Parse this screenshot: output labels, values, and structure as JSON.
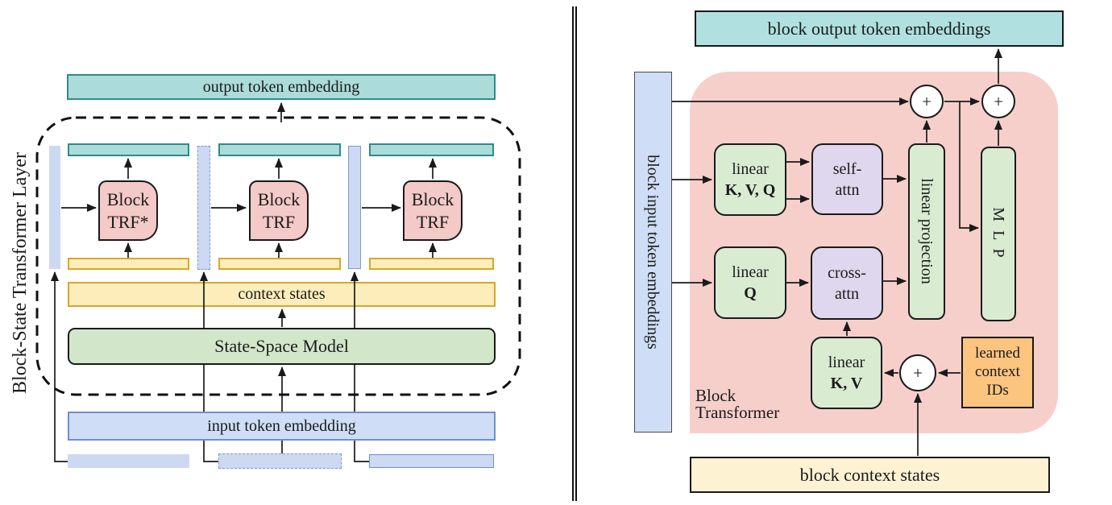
{
  "left_panel": {
    "layer_label": "Block-State Transformer Layer",
    "output_bar": "output token embedding",
    "context_bar": "context states",
    "ssm_bar": "State-Space Model",
    "input_bar": "input token embedding",
    "blocks": [
      {
        "line1": "Block",
        "line2": "TRF*"
      },
      {
        "line1": "Block",
        "line2": "TRF"
      },
      {
        "line1": "Block",
        "line2": "TRF"
      }
    ]
  },
  "right_panel": {
    "output_bar": "block output token embeddings",
    "input_bar": "block input token embeddings",
    "container_label_line1": "Block",
    "container_label_line2": "Transformer",
    "linear_kvq": {
      "line1": "linear",
      "line2": "K, V, Q"
    },
    "self_attn": {
      "line1": "self-",
      "line2": "attn"
    },
    "linear_projection": "linear projection",
    "mlp": "M L P",
    "linear_q": {
      "line1": "linear",
      "line2": "Q"
    },
    "cross_attn": {
      "line1": "cross-",
      "line2": "attn"
    },
    "linear_kv": {
      "line1": "linear",
      "line2": "K, V"
    },
    "learned_ids": {
      "line1": "learned",
      "line2": "context",
      "line3": "IDs"
    },
    "context_bar": "block context states",
    "plus": "+"
  },
  "colors": {
    "teal_fill": "#abdcd9",
    "teal_border": "#2e8b88",
    "teal_fill_right": "#b0e1e0",
    "yellow_fill": "#fdedbb",
    "yellow_border": "#d8a628",
    "yellow_light_fill": "#fdf2d2",
    "green_fill": "#d2e7ca",
    "green_fill_right": "#d9ecd2",
    "purple_fill": "#ded7ee",
    "pink_fill": "#f3cac7",
    "pink_container": "#f6cfca",
    "blue_fill": "#cdd9f2",
    "blue_input_fill": "#cfdef6",
    "blue_border": "#6d90ca",
    "blue_dash_border": "#7d9bd1",
    "ink": "#1a1a1a"
  }
}
